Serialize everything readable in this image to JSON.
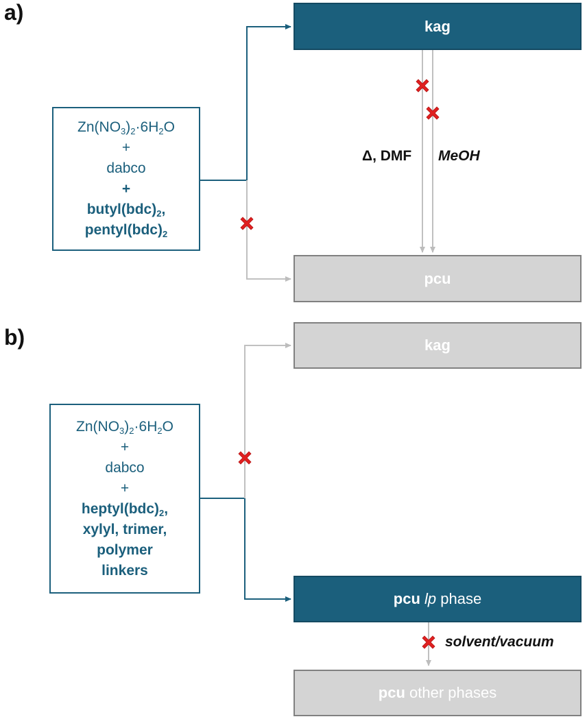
{
  "panels": [
    {
      "label": "a)",
      "reactants": {
        "metal": "Zn(NO",
        "metal_sub1": "3",
        "metal_mid": ")",
        "metal_sub2": "2",
        "metal_tail": "·6H",
        "metal_sub3": "2",
        "metal_end": "O",
        "plus1": "+",
        "colinker": "dabco",
        "plus2": "+",
        "linkers_line1": "butyl(bdc)",
        "linkers_line1_sub": "2",
        "linkers_line1_tail": ",",
        "linkers_line2": "pentyl(bdc)",
        "linkers_line2_sub": "2"
      },
      "product_top": {
        "label": "kag",
        "state": "formed"
      },
      "product_bottom": {
        "label": "pcu",
        "state": "not formed"
      },
      "conditions": {
        "heat_dmf": "Δ, DMF",
        "meoh": "MeOH"
      }
    },
    {
      "label": "b)",
      "reactants": {
        "metal": "Zn(NO",
        "metal_sub1": "3",
        "metal_mid": ")",
        "metal_sub2": "2",
        "metal_tail": "·6H",
        "metal_sub3": "2",
        "metal_end": "O",
        "plus1": "+",
        "colinker": "dabco",
        "plus2": "+",
        "linkers_line1": "heptyl(bdc)",
        "linkers_line1_sub": "2",
        "linkers_line1_tail": ",",
        "linkers_line2": "xylyl, trimer,",
        "linkers_line3": "polymer",
        "linkers_line4": "linkers"
      },
      "product_top": {
        "label": "kag",
        "state": "not formed"
      },
      "product_bottom_main": {
        "label_bold": "pcu",
        "label_italic": "lp",
        "label_rest": "phase",
        "state": "formed"
      },
      "product_bottom_other": {
        "label_bold": "pcu",
        "label_rest": "other phases",
        "state": "not formed"
      },
      "conditions": {
        "solvent_vacuum": "solvent/vacuum"
      }
    }
  ],
  "colors": {
    "active_fill": "#1b5f7c",
    "inactive_fill": "#d4d4d4",
    "inactive_border": "#808080",
    "blocked_mark": "#e02020",
    "inactive_arrow": "#c0c0c0"
  }
}
